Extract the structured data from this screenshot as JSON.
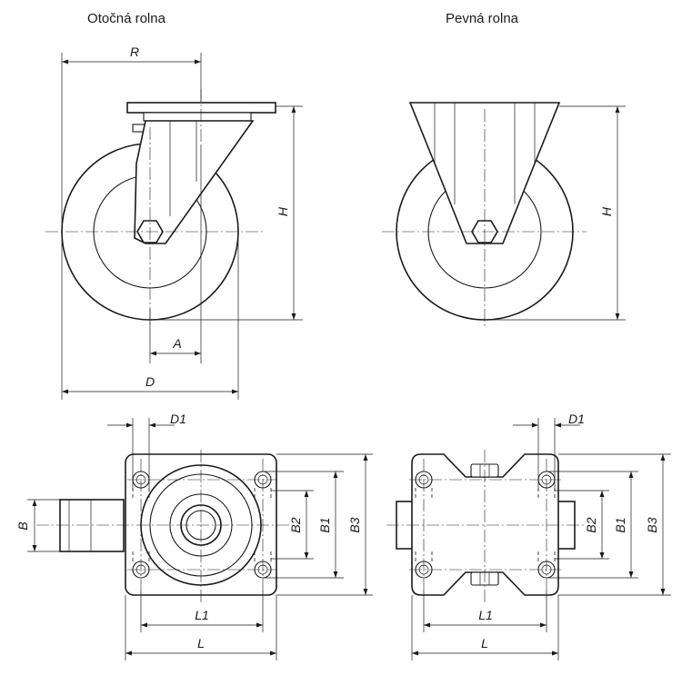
{
  "titles": {
    "swivel": "Otočná rolna",
    "fixed": "Pevná rolna"
  },
  "dimensions": {
    "R": "R",
    "H": "H",
    "A": "A",
    "D": "D",
    "D1": "D1",
    "B": "B",
    "B1": "B1",
    "B2": "B2",
    "B3": "B3",
    "L": "L",
    "L1": "L1"
  },
  "colors": {
    "line": "#1a1a1a",
    "background": "#ffffff"
  }
}
